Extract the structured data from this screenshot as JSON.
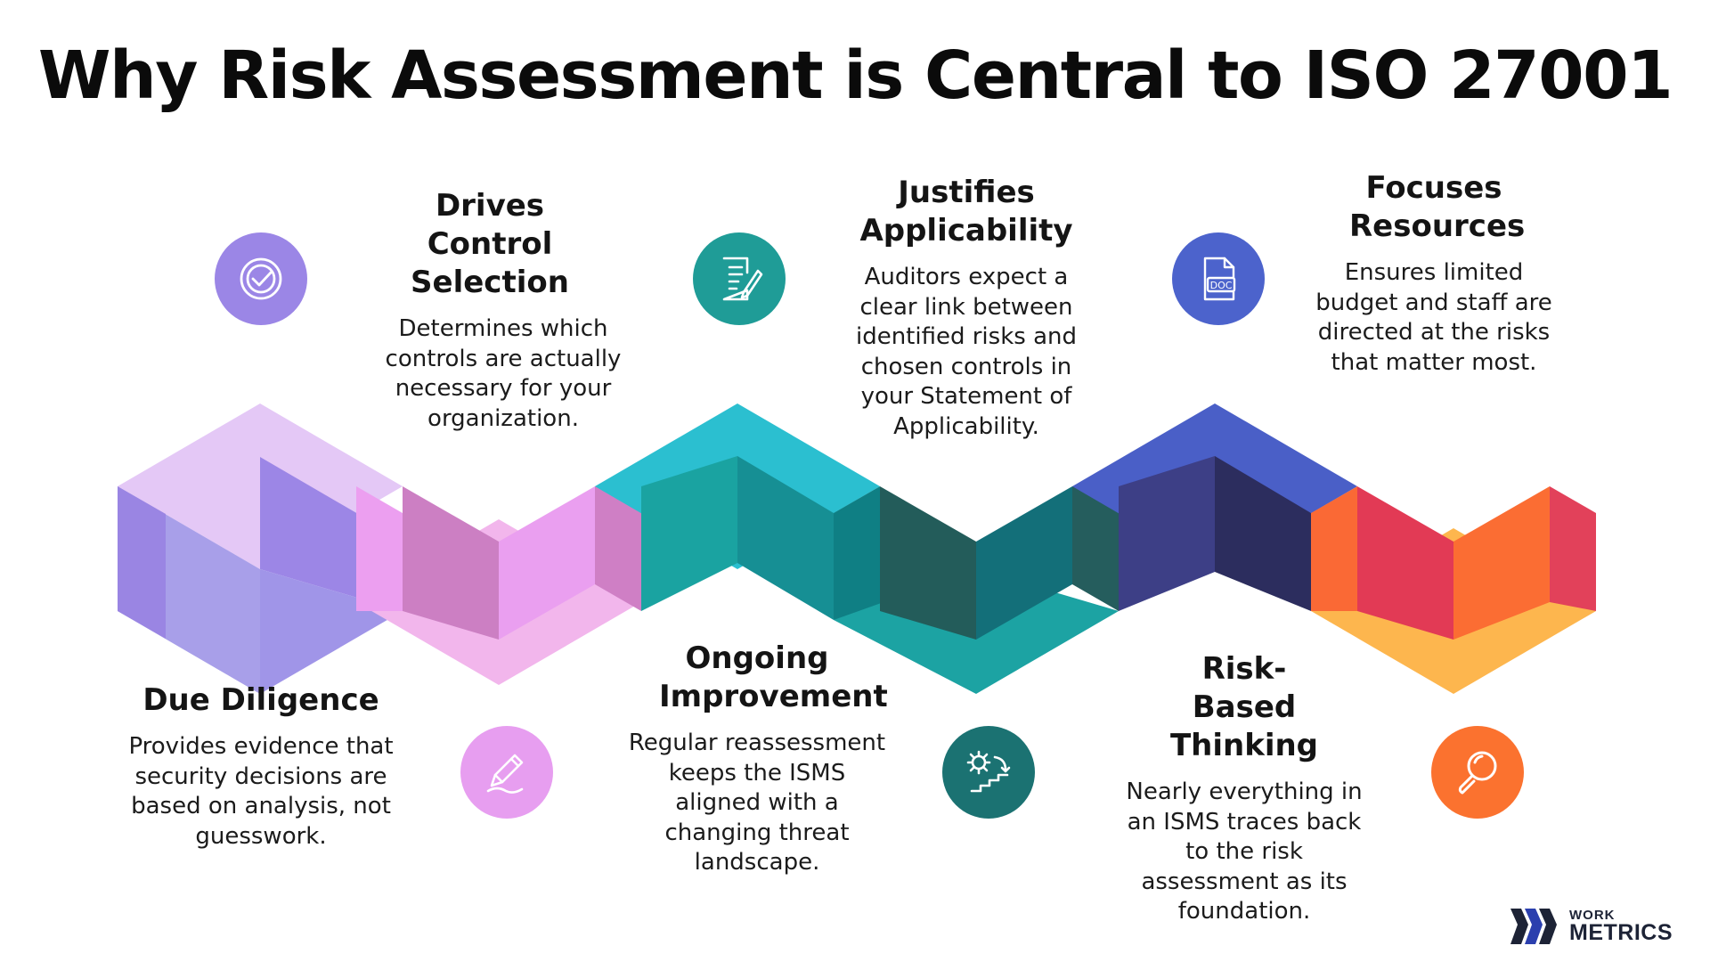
{
  "title": "Why Risk Assessment is Central to ISO 27001",
  "items": [
    {
      "heading": "Due Diligence",
      "description": "Provides evidence that security decisions are based on analysis, not guesswork.",
      "icon": "pencil-icon",
      "color": "#e79ef0"
    },
    {
      "heading": "Drives Control Selection",
      "description": "Determines which controls are actually necessary for your organization.",
      "icon": "checkmark-badge-icon",
      "color": "#9b86e6"
    },
    {
      "heading": "Ongoing Improvement",
      "description": "Regular reassessment keeps the ISMS aligned with a changing threat landscape.",
      "icon": "gear-steps-icon",
      "color": "#1b7272"
    },
    {
      "heading": "Justifies Applicability",
      "description": "Auditors expect a clear link between identified risks and chosen controls in your Statement of Applicability.",
      "icon": "document-pen-icon",
      "color": "#1f9c97"
    },
    {
      "heading": "Risk-Based Thinking",
      "description": "Nearly everything in an ISMS traces back to the risk assessment as its foundation.",
      "icon": "magnifier-icon",
      "color": "#fb722f"
    },
    {
      "heading": "Focuses Resources",
      "description": "Ensures limited budget and staff are directed at the risks that matter most.",
      "icon": "doc-file-icon",
      "color": "#4c63cc"
    }
  ],
  "doc_icon_label": "DOC",
  "logo": {
    "line1": "WORK",
    "line2": "METRICS"
  }
}
